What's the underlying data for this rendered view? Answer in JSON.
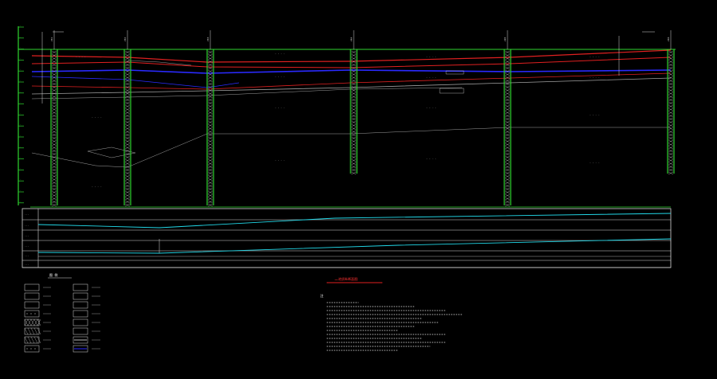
{
  "colors": {
    "background": "#000000",
    "frame": "#2fd62f",
    "red_layer": "#e02020",
    "blue_layer": "#2a2aff",
    "grey_layer": "#a0a0a0",
    "cyan_layer": "#22d8e8",
    "text": "#d8d8d8"
  },
  "boreholes": [
    {
      "label": "ZK1"
    },
    {
      "label": "ZK2"
    },
    {
      "label": "ZK3"
    },
    {
      "label": "ZK4"
    },
    {
      "label": "ZK5"
    },
    {
      "label": "ZK6"
    }
  ],
  "table_rows": [
    {
      "label": "..."
    },
    {
      "label": "..."
    },
    {
      "label": "..."
    },
    {
      "label": "..."
    },
    {
      "label": "..."
    },
    {
      "label": "..."
    }
  ],
  "legend_title": "图 例",
  "section_title": "……地质纵断面图",
  "notes_title": "注"
}
